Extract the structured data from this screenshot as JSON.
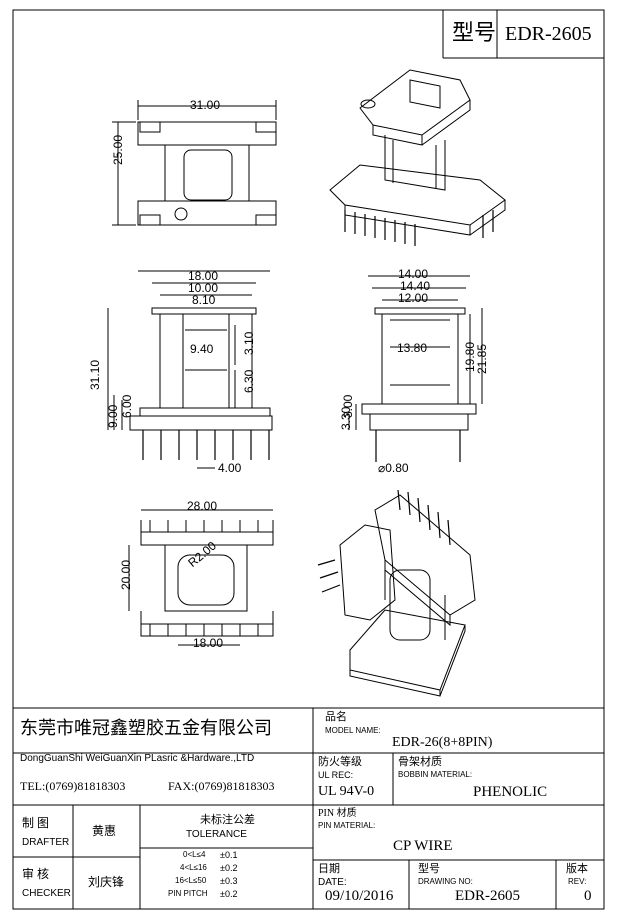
{
  "header": {
    "model_label": "型号",
    "model_value": "EDR-2605"
  },
  "dimensions": {
    "top_width": "31.00",
    "top_height": "25.00",
    "front_a": "18.00",
    "front_b": "10.00",
    "front_c": "8.10",
    "front_d": "9.40",
    "front_e": "3.10",
    "front_f": "31.10",
    "front_g": "6.30",
    "front_h": "9.00",
    "front_i": "6.00",
    "front_pitch": "4.00",
    "side_a": "14.00",
    "side_b": "14.40",
    "side_c": "12.00",
    "side_d": "13.80",
    "side_e": "19.80",
    "side_f": "21.85",
    "side_g": "3.30",
    "side_h": "3.00",
    "side_pin": "⌀0.80",
    "bottom_width": "28.00",
    "bottom_height": "20.00",
    "bottom_radius": "R2.00",
    "bottom_inner": "18.00"
  },
  "title_block": {
    "company_cn": "东莞市唯冠鑫塑胶五金有限公司",
    "company_en": "DongGuanShi WeiGuanXin PLasric &Hardware.,LTD",
    "tel": "TEL:(0769)81818303",
    "fax": "FAX:(0769)81818303",
    "model_name_cn": "品名",
    "model_name_label": "MODEL NAME:",
    "model_name_value": "EDR-26(8+8PIN)",
    "ul_cn": "防火等级",
    "ul_label": "UL REC:",
    "ul_value": "UL 94V-0",
    "bobbin_cn": "骨架材质",
    "bobbin_label": "BOBBIN MATERIAL:",
    "bobbin_value": "PHENOLIC",
    "drafter_cn": "制 图",
    "drafter_label": "DRAFTER",
    "drafter_name": "黄惠",
    "tolerance_cn": "未标注公差",
    "tolerance_label": "TOLERANCE",
    "tol_rows": [
      {
        "range": "0<L≤4",
        "value": "±0.1"
      },
      {
        "range": "4<L≤16",
        "value": "±0.2"
      },
      {
        "range": "16<L≤50",
        "value": "±0.3"
      },
      {
        "range": "PIN PITCH",
        "value": "±0.2"
      }
    ],
    "pin_cn": "PIN 材质",
    "pin_label": "PIN MATERIAL:",
    "pin_value": "CP WIRE",
    "checker_cn": "审 核",
    "checker_label": "CHECKER",
    "checker_name": "刘庆锋",
    "date_cn": "日期",
    "date_label": "DATE:",
    "date_value": "09/10/2016",
    "drawing_cn": "型号",
    "drawing_label": "DRAWING NO:",
    "drawing_value": "EDR-2605",
    "rev_cn": "版本",
    "rev_label": "REV:",
    "rev_value": "0"
  }
}
